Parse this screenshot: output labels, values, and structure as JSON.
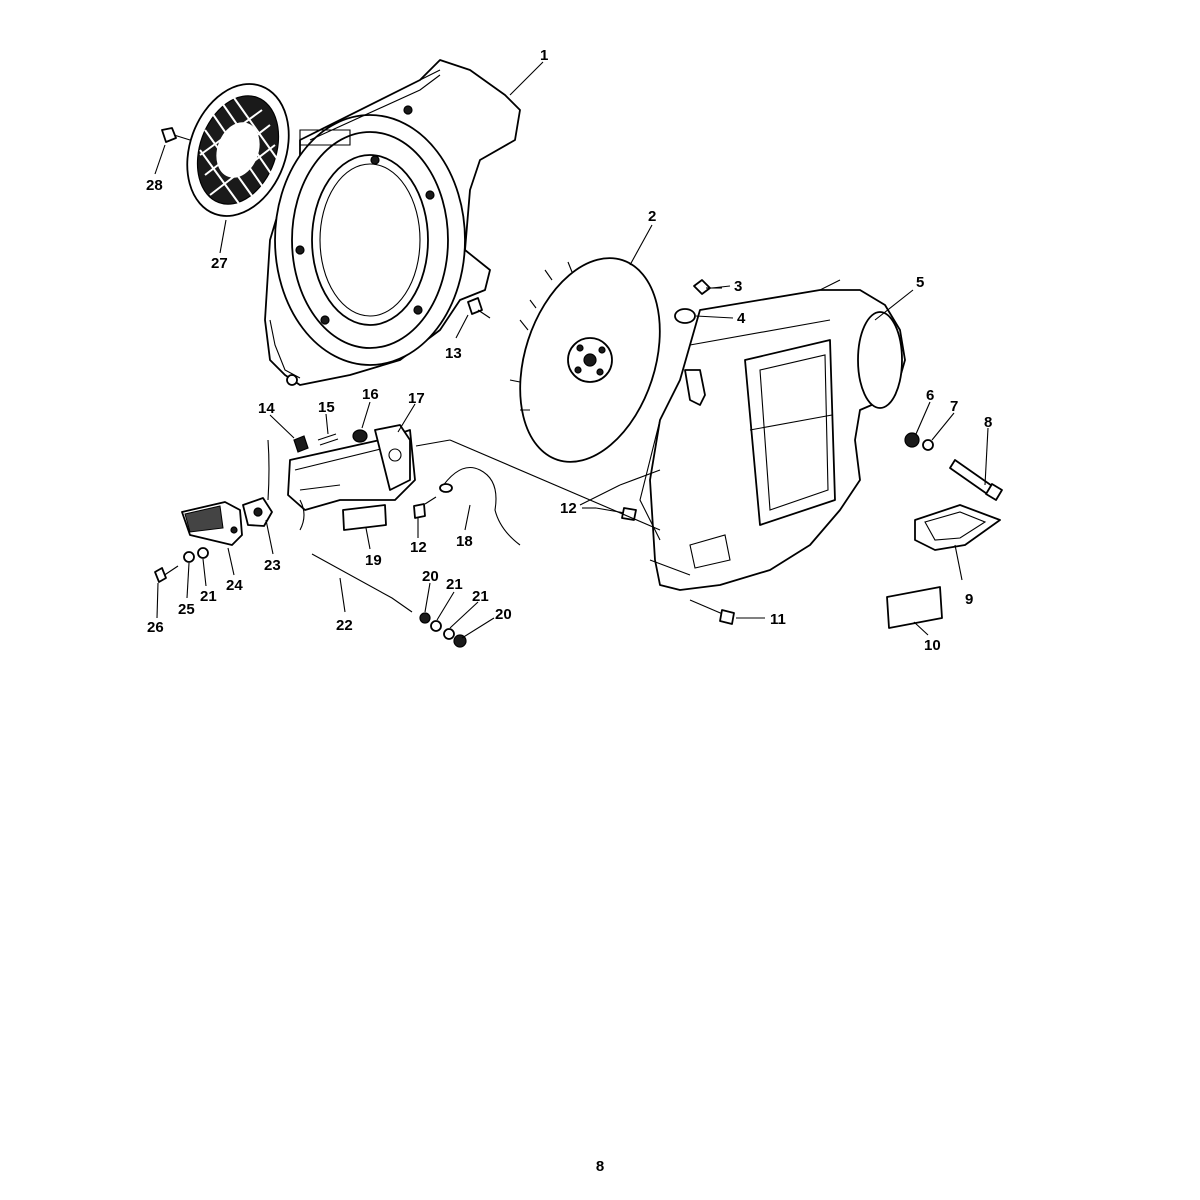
{
  "page": {
    "number": "8"
  },
  "callouts": {
    "c1": "1",
    "c2": "2",
    "c3": "3",
    "c4": "4",
    "c5": "5",
    "c6": "6",
    "c7": "7",
    "c8": "8",
    "c9": "9",
    "c10": "10",
    "c11": "11",
    "c12a": "12",
    "c12b": "12",
    "c13": "13",
    "c14": "14",
    "c15": "15",
    "c16": "16",
    "c17": "17",
    "c18": "18",
    "c19": "19",
    "c20a": "20",
    "c20b": "20",
    "c21a": "21",
    "c21b": "21",
    "c21c": "21",
    "c22": "22",
    "c23": "23",
    "c24": "24",
    "c25": "25",
    "c26": "26",
    "c27": "27",
    "c28": "28"
  }
}
